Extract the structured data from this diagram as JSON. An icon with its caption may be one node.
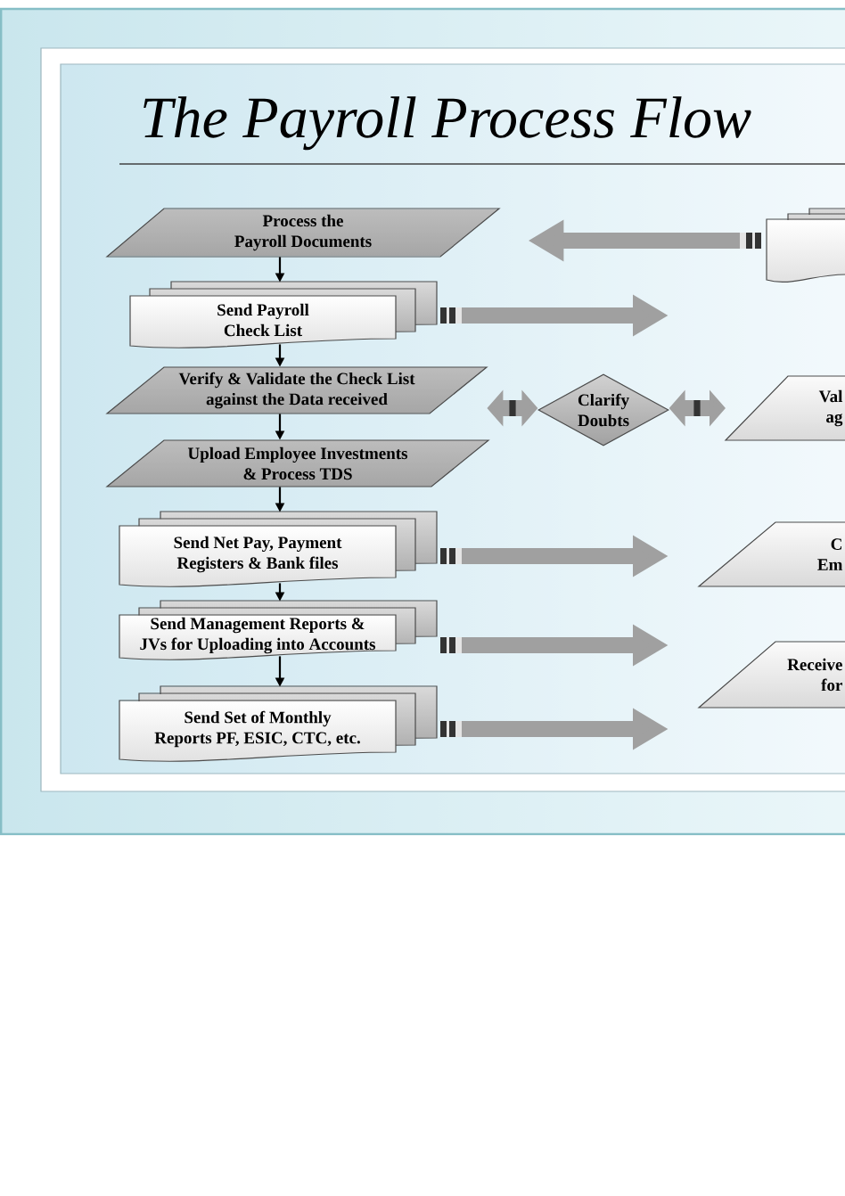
{
  "diagram": {
    "title": "The Payroll Process Flow",
    "nodes": [
      {
        "text": [
          "Process the Payroll Documents"
        ]
      },
      {
        "text": [
          "Send Payroll Check List"
        ]
      },
      {
        "text": [
          "Verify & Validate the Check List against the Data received"
        ]
      },
      {
        "text": [
          "Upload Employee Investments & Process TDS"
        ]
      },
      {
        "text": [
          "Send Net Pay, Payment Registers & Bank files"
        ]
      },
      {
        "text": [
          "Send Management Reports & JVs for Uploading into Accounts"
        ]
      },
      {
        "text": [
          "Send Set of Monthly Reports PF, ESIC, CTC, etc."
        ]
      },
      {
        "text": [
          "Clarify Doubts"
        ]
      },
      {
        "text": [],
        "shape": "document"
      },
      {
        "text": [
          "Val ag"
        ]
      },
      {
        "text": [
          "C Em"
        ]
      },
      {
        "text": [
          "Receive for"
        ]
      }
    ],
    "edges": [
      {
        "from": 0,
        "to": 1,
        "arrow": "to",
        "color": "#000000"
      },
      {
        "from": 1,
        "to": 2,
        "arrow": "to",
        "color": "#000000"
      },
      {
        "from": 2,
        "to": 3,
        "arrow": "to",
        "color": "#000000"
      },
      {
        "from": 3,
        "to": 4,
        "arrow": "to",
        "color": "#000000"
      },
      {
        "from": 4,
        "to": 5,
        "arrow": "to",
        "color": "#000000"
      },
      {
        "from": 5,
        "to": 6,
        "arrow": "to",
        "color": "#000000"
      },
      {
        "from": 8,
        "to": 0,
        "arrow": "to",
        "color": "#a0a0a0"
      },
      {
        "from": 1,
        "to": null,
        "arrow": "to",
        "color": "#a0a0a0"
      },
      {
        "from": 2,
        "to": 7,
        "arrow": "both",
        "color": "#a0a0a0"
      },
      {
        "from": 7,
        "to": 9,
        "arrow": "both",
        "color": "#a0a0a0"
      },
      {
        "from": 4,
        "to": 10,
        "arrow": "to",
        "color": "#a0a0a0"
      },
      {
        "from": 5,
        "to": 11,
        "arrow": "to",
        "color": "#a0a0a0"
      },
      {
        "from": 6,
        "to": null,
        "arrow": "to",
        "color": "#a0a0a0"
      }
    ]
  }
}
